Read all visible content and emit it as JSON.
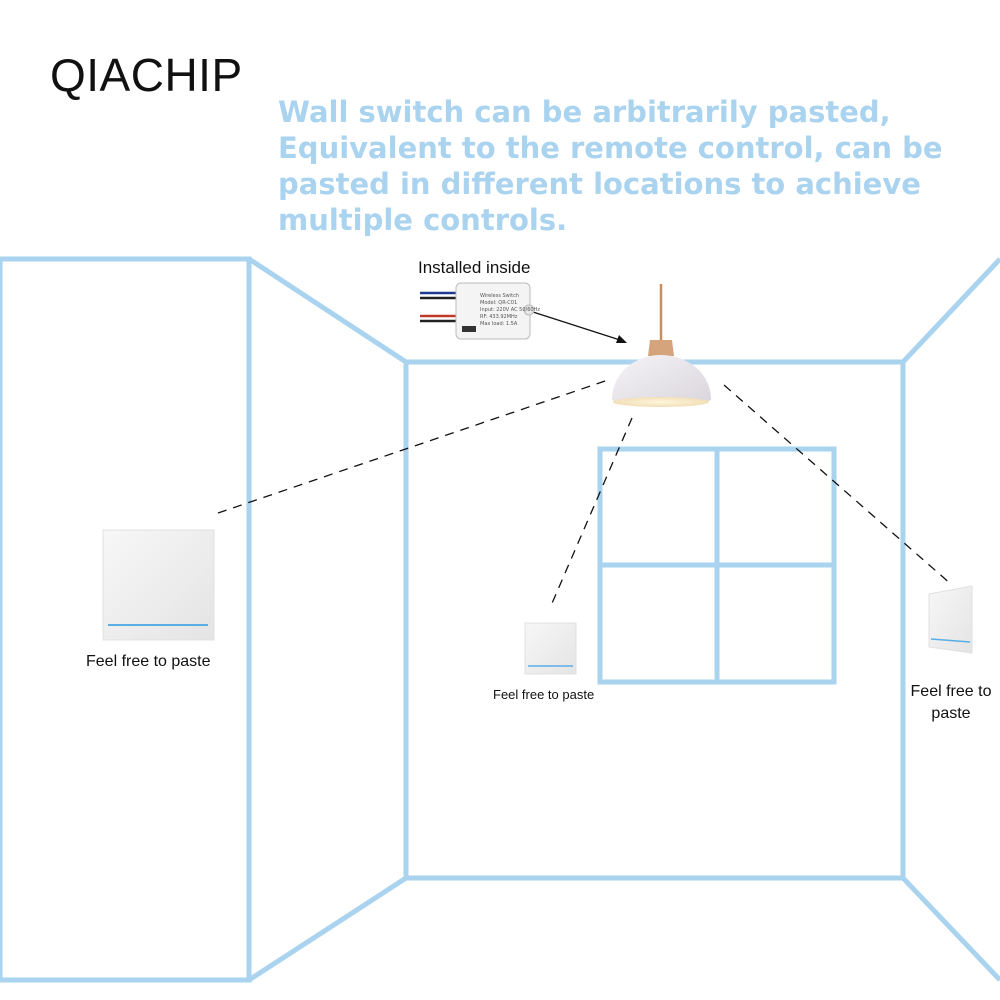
{
  "brand": "QIACHIP",
  "headline": "Wall switch can be arbitrarily pasted, Equivalent to the remote control, can be pasted in different locations to achieve multiple controls.",
  "captions": {
    "installed": "Installed inside",
    "switch_left": "Feel free to paste",
    "switch_center": "Feel free to paste",
    "switch_right": "Feel free to paste"
  },
  "receiver_label_lines": [
    "Wireless Switch",
    "Model: QR-C01",
    "Input: 220V AC 50/60Hz",
    "RF: 433.92MHz",
    "Max load: 1.5A"
  ],
  "colors": {
    "room_lines": "#a9d3ee",
    "headline": "#a9d3ee",
    "switch_indicator": "#5aaee6",
    "lamp_shade": "#ece9ee",
    "lamp_cap": "#d6a47c"
  },
  "icons": {
    "lamp": "pendant-lamp-icon",
    "receiver": "receiver-module-icon",
    "switch": "wall-switch-icon"
  }
}
